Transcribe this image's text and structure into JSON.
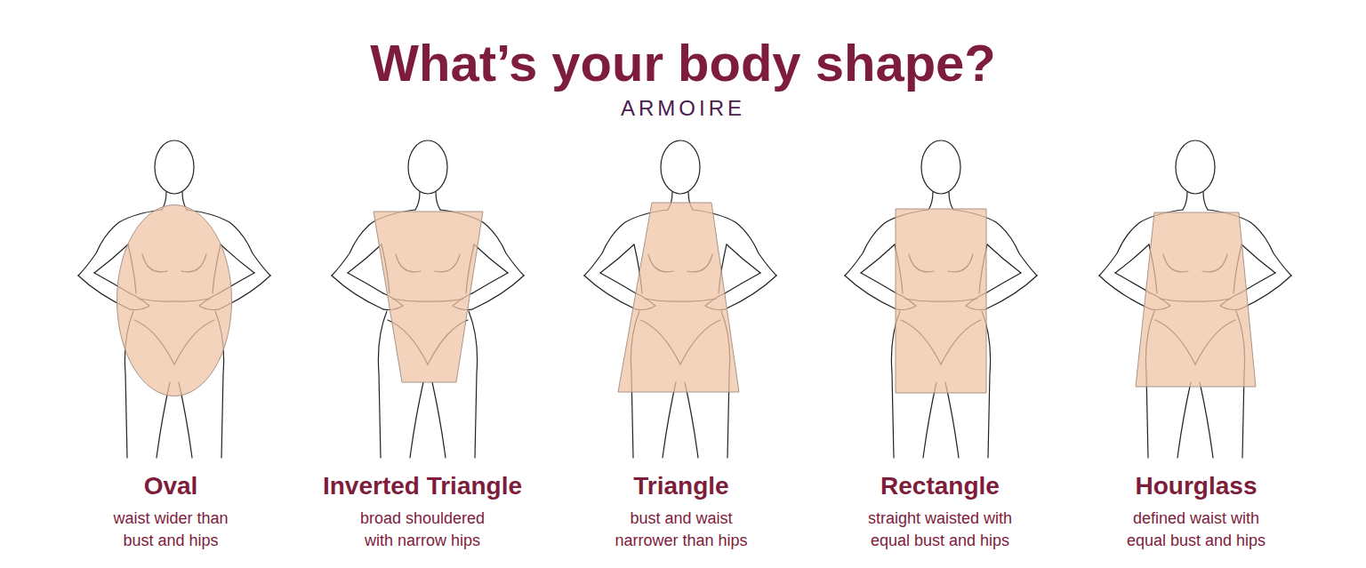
{
  "diagram": {
    "title": "What’s your body shape?",
    "nodes": [
      {
        "text": [
          "Oval",
          "waist wider than bust and hips"
        ]
      },
      {
        "text": [
          "Inverted Triangle",
          "broad shouldered with narrow hips"
        ]
      },
      {
        "text": [
          "Triangle",
          "bust and waist narrower than hips"
        ]
      },
      {
        "text": [
          "Rectangle",
          "straight waisted with equal bust and hips"
        ]
      },
      {
        "text": [
          "Hourglass",
          "defined waist with equal bust and hips"
        ]
      }
    ],
    "labels": [
      "ARMOIRE"
    ]
  }
}
